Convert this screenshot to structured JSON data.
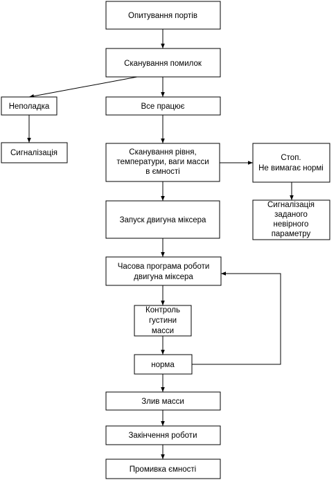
{
  "nodes": {
    "n1": {
      "lines": [
        "Опитування портів"
      ]
    },
    "n2": {
      "lines": [
        "Сканування помилок"
      ]
    },
    "n3": {
      "lines": [
        "Неполадка"
      ]
    },
    "n4": {
      "lines": [
        "Все працює"
      ]
    },
    "n5": {
      "lines": [
        "Сигналізація"
      ]
    },
    "n6": {
      "lines": [
        "Сканування рівня,",
        "температури, ваги масси",
        "в ємності"
      ]
    },
    "n7": {
      "lines": [
        "Стоп.",
        "Не вимагає нормі"
      ]
    },
    "n8": {
      "lines": [
        "Запуск двигуна міксера"
      ]
    },
    "n9": {
      "lines": [
        "Сигналізація",
        "заданого",
        "невірного",
        "параметру"
      ]
    },
    "n10": {
      "lines": [
        "Часова програма роботи",
        "двигуна міксера"
      ]
    },
    "n11": {
      "lines": [
        "Контроль",
        "густини",
        "масси"
      ]
    },
    "n12": {
      "lines": [
        "норма"
      ]
    },
    "n13": {
      "lines": [
        "Злив масси"
      ]
    },
    "n14": {
      "lines": [
        "Закінчення роботи"
      ]
    },
    "n15": {
      "lines": [
        "Промивка ємності"
      ]
    }
  },
  "colors": {
    "line": "#000000",
    "fill": "#ffffff",
    "text": "#000000"
  }
}
